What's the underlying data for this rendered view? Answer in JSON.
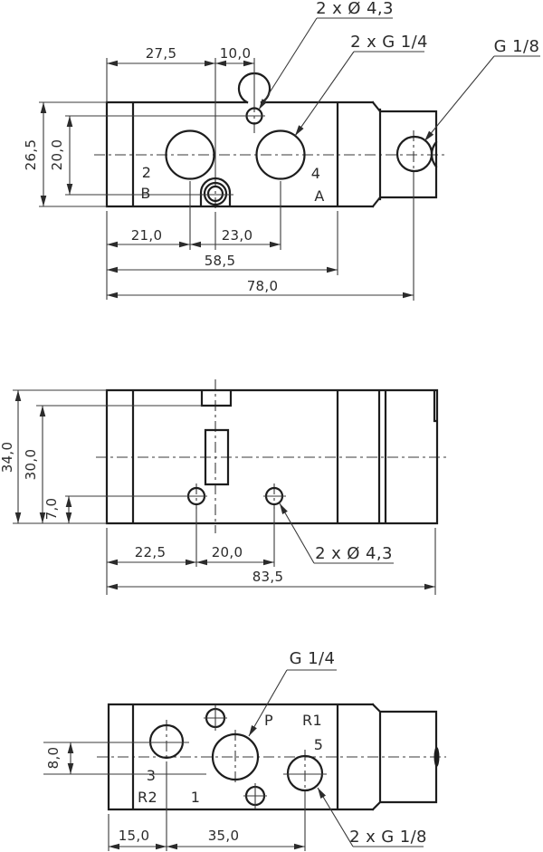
{
  "drawing": {
    "title": "Valve dimensional drawing, three views",
    "colors": {
      "line": "#1d1d1d",
      "thin": "#3a3a3a",
      "text": "#2b2b2b",
      "bg": "#ffffff"
    },
    "views": {
      "top": {
        "dims": {
          "d27_5": "27,5",
          "d10_0": "10,0",
          "d26_5": "26,5",
          "d20_0": "20,0",
          "d21_0": "21,0",
          "d23_0": "23,0",
          "d58_5": "58,5",
          "d78_0": "78,0"
        },
        "callouts": {
          "mounting_holes": "2 x Ø 4,3",
          "work_ports": "2 x G 1/4",
          "pilot_port": "G 1/8"
        },
        "ports": {
          "p2": "2",
          "p4": "4",
          "pB": "B",
          "pA": "A"
        }
      },
      "front": {
        "dims": {
          "d34_0": "34,0",
          "d30_0": "30,0",
          "d7_0": "7,0",
          "d22_5": "22,5",
          "d20_0": "20,0",
          "d83_5": "83,5"
        },
        "callouts": {
          "mounting_holes": "2 x Ø 4,3"
        }
      },
      "bottom": {
        "dims": {
          "d8_0": "8,0",
          "d15_0": "15,0",
          "d35_0": "35,0"
        },
        "callouts": {
          "pressure_port": "G 1/4",
          "exhaust_ports": "2 x G 1/8"
        },
        "ports": {
          "P": "P",
          "R1": "R1",
          "p5": "5",
          "p3": "3",
          "R2": "R2",
          "p1": "1"
        }
      }
    }
  }
}
